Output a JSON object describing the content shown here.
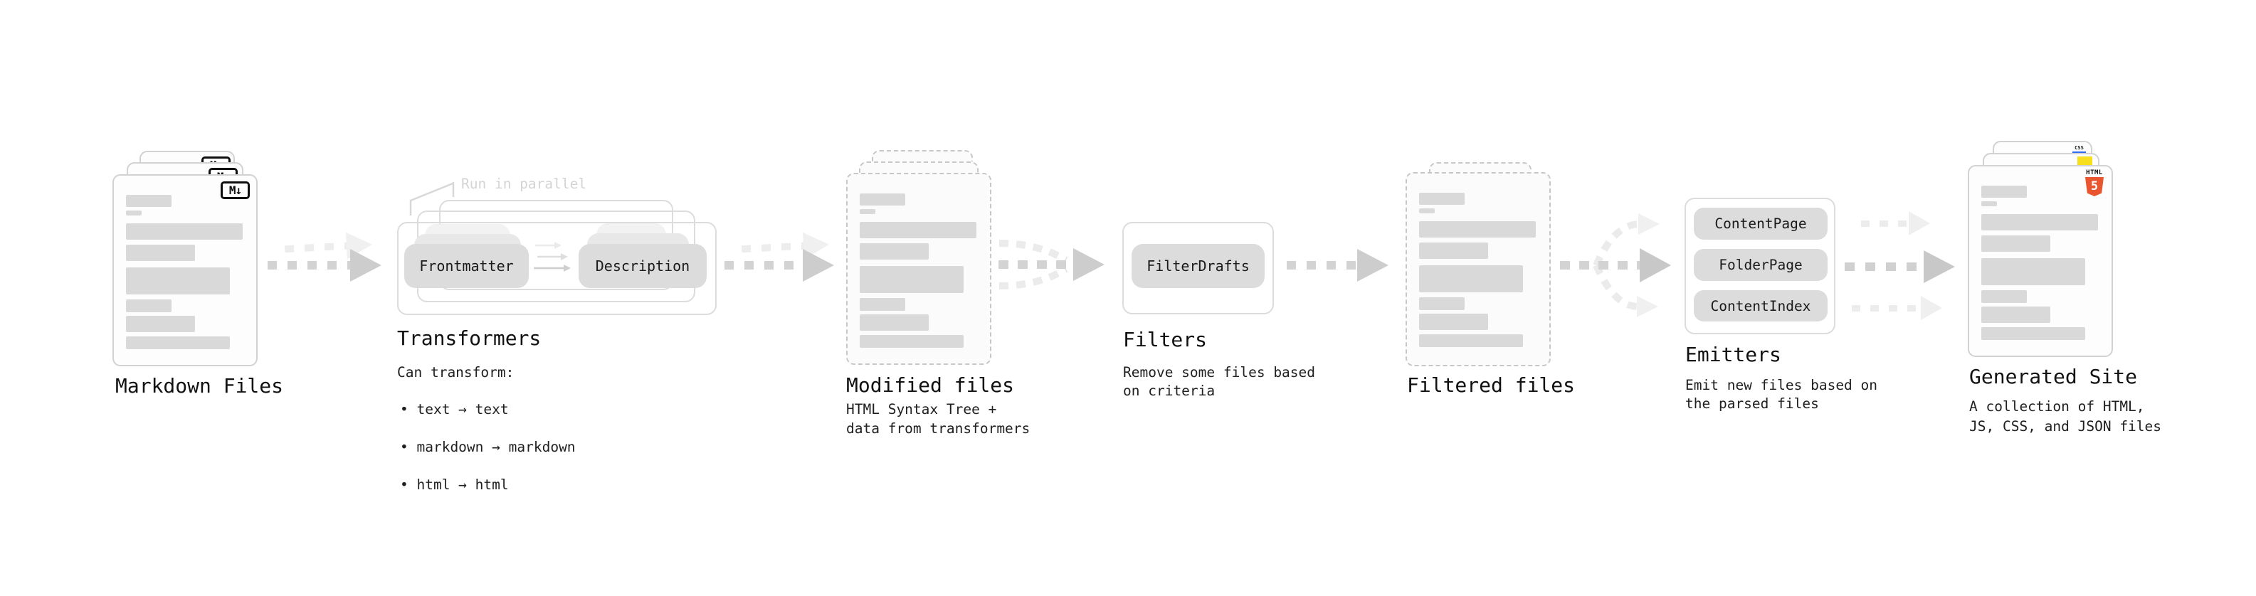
{
  "stages": {
    "markdown": {
      "title": "Markdown Files",
      "badge": "M↓"
    },
    "transformers": {
      "title": "Transformers",
      "callout": "Run in parallel",
      "pills": [
        "Frontmatter",
        "Description"
      ],
      "desc_heading": "Can transform:",
      "bullets": [
        "text → text",
        "markdown → markdown",
        "html → html"
      ]
    },
    "modified": {
      "title": "Modified files",
      "subtitle": "HTML Syntax Tree +\ndata from transformers"
    },
    "filters": {
      "title": "Filters",
      "pill": "FilterDrafts",
      "subtitle": "Remove some files based\non criteria"
    },
    "filtered": {
      "title": "Filtered files"
    },
    "emitters": {
      "title": "Emitters",
      "pills": [
        "ContentPage",
        "FolderPage",
        "ContentIndex"
      ],
      "subtitle": "Emit new files based on\nthe parsed files"
    },
    "generated": {
      "title": "Generated Site",
      "subtitle": "A collection of HTML,\nJS, CSS, and JSON files",
      "badges": {
        "css": "CSS",
        "html": "HTML",
        "html5": "5"
      }
    }
  },
  "colors": {
    "html5_orange": "#e8552e",
    "js_yellow": "#f7df1e",
    "css_blue": "#2e6bf0",
    "bar_gray": "#d9d9d9",
    "arrow_gray": "#d2d2d2",
    "text_dark": "#171717"
  }
}
